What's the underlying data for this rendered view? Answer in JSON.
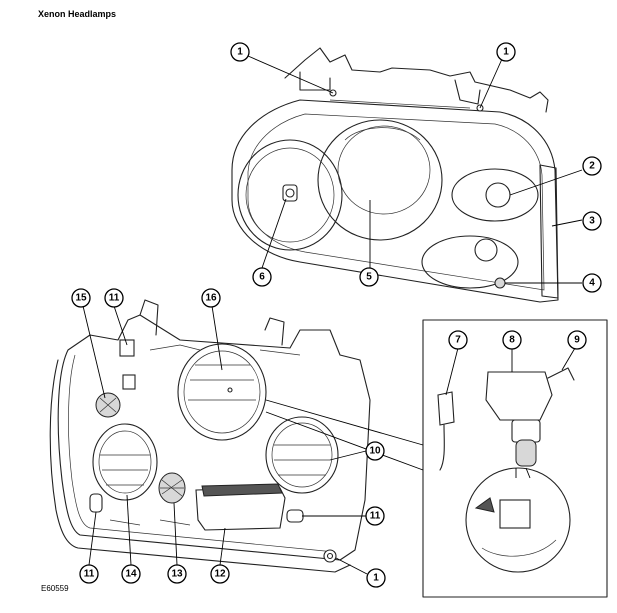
{
  "title": "Xenon Headlamps",
  "figure_id": "E60559",
  "callouts": [
    {
      "label": "1"
    },
    {
      "label": "1"
    },
    {
      "label": "2"
    },
    {
      "label": "3"
    },
    {
      "label": "4"
    },
    {
      "label": "5"
    },
    {
      "label": "6"
    },
    {
      "label": "15"
    },
    {
      "label": "11"
    },
    {
      "label": "16"
    },
    {
      "label": "7"
    },
    {
      "label": "8"
    },
    {
      "label": "9"
    },
    {
      "label": "10"
    },
    {
      "label": "11"
    },
    {
      "label": "11"
    },
    {
      "label": "14"
    },
    {
      "label": "13"
    },
    {
      "label": "12"
    },
    {
      "label": "1"
    }
  ]
}
